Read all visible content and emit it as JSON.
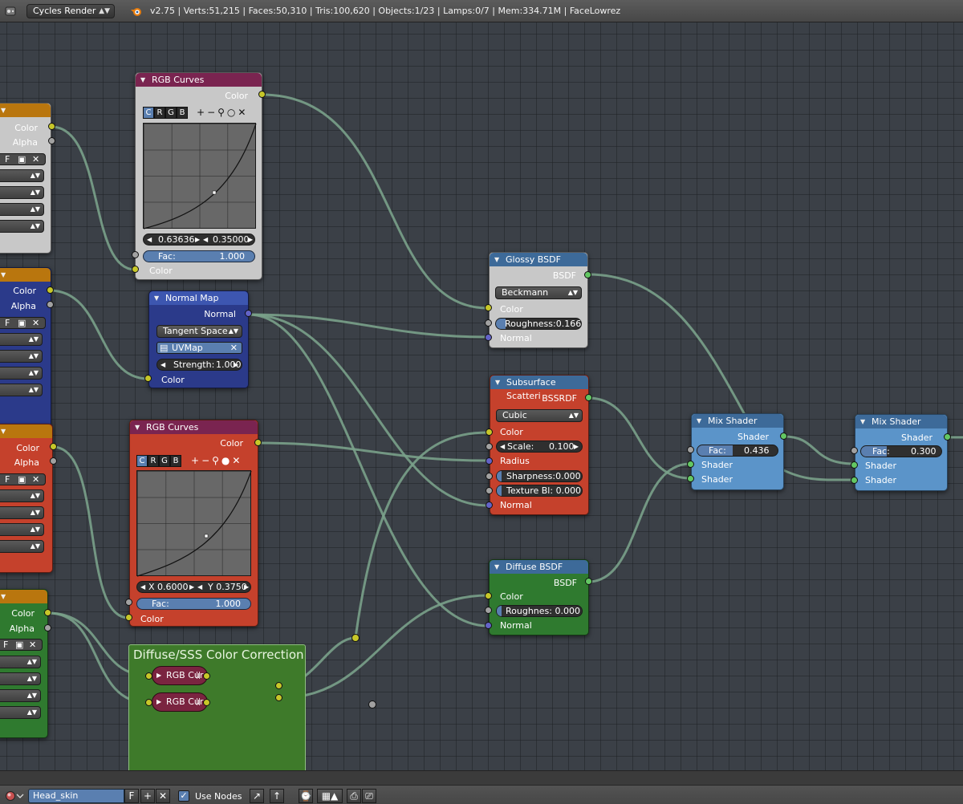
{
  "header": {
    "render_engine": "Cycles Render",
    "stats": "v2.75 | Verts:51,215 | Faces:50,310 | Tris:100,620 | Objects:1/23 | Lamps:0/7 | Mem:334.71M | FaceLowrez"
  },
  "left_nodes": {
    "n1": {
      "color": "Color",
      "alpha": "Alpha",
      "f": "F"
    },
    "n2": {
      "color": "Color",
      "alpha": "Alpha",
      "f": "F"
    },
    "n3": {
      "color": "Color",
      "alpha": "Alpha",
      "f": "F"
    },
    "n4": {
      "color": "Color",
      "alpha": "Alpha",
      "f": "F"
    }
  },
  "rgb_curves_1": {
    "title": "RGB Curves",
    "out_color": "Color",
    "channels": [
      "C",
      "R",
      "G",
      "B"
    ],
    "x_value": "0.63636",
    "y_value": "0.35000",
    "fac_label": "Fac:",
    "fac_value": "1.000",
    "in_color": "Color"
  },
  "normal_map": {
    "title": "Normal Map",
    "out_normal": "Normal",
    "space": "Tangent Space",
    "uvmap": "UVMap",
    "strength_label": "Strength:",
    "strength_value": "1.000",
    "in_color": "Color"
  },
  "rgb_curves_2": {
    "title": "RGB Curves",
    "out_color": "Color",
    "channels": [
      "C",
      "R",
      "G",
      "B"
    ],
    "x_value": "X 0.6000",
    "y_value": "Y 0.3750",
    "fac_label": "Fac:",
    "fac_value": "1.000",
    "in_color": "Color"
  },
  "glossy": {
    "title": "Glossy BSDF",
    "out": "BSDF",
    "distribution": "Beckmann",
    "in_color": "Color",
    "roughness": "Roughness:0.166",
    "in_normal": "Normal"
  },
  "sss": {
    "title": "Subsurface Scatteri",
    "out": "BSSRDF",
    "falloff": "Cubic",
    "in_color": "Color",
    "scale_label": "Scale:",
    "scale_value": "0.100",
    "radius": "Radius",
    "sharpness": "Sharpness:0.000",
    "texture_blur": "Texture Bl: 0.000",
    "in_normal": "Normal"
  },
  "diffuse": {
    "title": "Diffuse BSDF",
    "out": "BSDF",
    "in_color": "Color",
    "roughness": "Roughnes: 0.000",
    "in_normal": "Normal"
  },
  "mix1": {
    "title": "Mix Shader",
    "out": "Shader",
    "fac_label": "Fac:",
    "fac_value": "0.436",
    "in_a": "Shader",
    "in_b": "Shader"
  },
  "mix2": {
    "title": "Mix Shader",
    "out": "Shader",
    "fac_label": "Fac:",
    "fac_value": "0.300",
    "in_a": "Shader",
    "in_b": "Shader"
  },
  "frame": {
    "title": "Diffuse/SSS Color Correction",
    "group1": "RGB Cur",
    "group2": "RGB Cur"
  },
  "footer": {
    "material_name": "Head_skin",
    "f": "F",
    "use_nodes": "Use Nodes"
  },
  "colors": {
    "curves_header": "#7a2450",
    "normal_map_header": "#2b3a8a",
    "shader_header": "#3d6a99",
    "sss_body": "#c5412c",
    "diffuse_body": "#2f7a2f",
    "mix_body": "#5b94c9",
    "wire": "#7aa18a"
  }
}
